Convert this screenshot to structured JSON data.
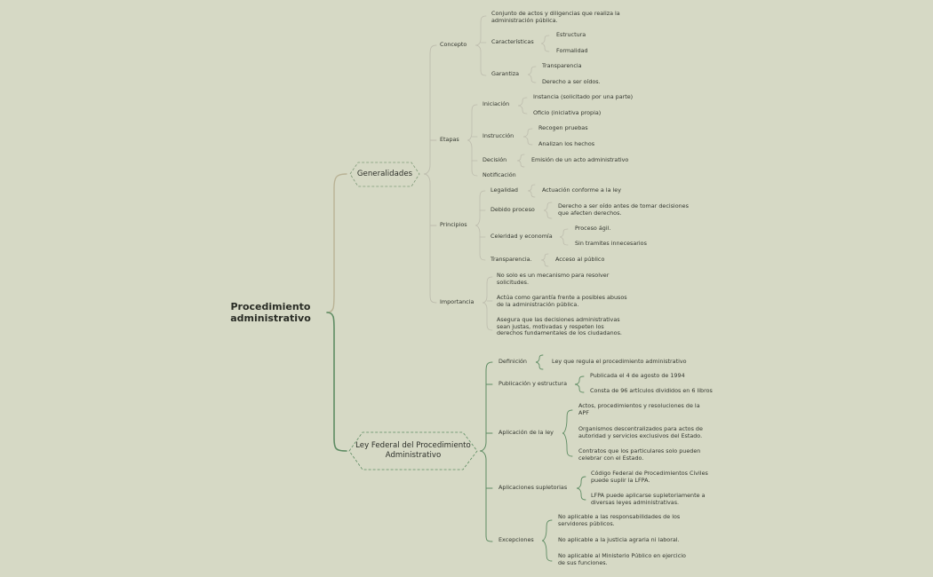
{
  "root": "Procedimiento administrativo",
  "generalidades": {
    "title": "Generalidades",
    "concepto": {
      "label": "Concepto",
      "definicion": "Conjunto de actos y diligencias que realiza la administración pública.",
      "caracteristicas": {
        "label": "Características",
        "items": [
          "Estructura",
          "Formalidad"
        ]
      },
      "garantiza": {
        "label": "Garantiza",
        "items": [
          "Transparencia",
          "Derecho a ser oídos."
        ]
      }
    },
    "etapas": {
      "label": "Etapas",
      "iniciacion": {
        "label": "Iniciación",
        "items": [
          "Instancia (solicitado por una parte)",
          "Oficio (iniciativa propia)"
        ]
      },
      "instruccion": {
        "label": "Instrucción",
        "items": [
          "Recogen pruebas",
          "Analizan los hechos"
        ]
      },
      "decision": {
        "label": "Decisión",
        "items": [
          "Emisión de un acto administrativo"
        ]
      },
      "notificacion": "Notificación"
    },
    "principios": {
      "label": "Principios",
      "legalidad": {
        "label": "Legalidad",
        "items": [
          "Actuación conforme a la ley"
        ]
      },
      "debido": {
        "label": "Debido proceso",
        "items": [
          "Derecho a ser oído antes de tomar decisiones que afecten derechos."
        ]
      },
      "celeridad": {
        "label": "Celeridad y economía",
        "items": [
          "Proceso ágil.",
          "Sin tramites innecesarios"
        ]
      },
      "transparencia": {
        "label": "Transparencia.",
        "items": [
          "Acceso al público"
        ]
      }
    },
    "importancia": {
      "label": "Importancia",
      "items": [
        "No solo es un mecanismo para resolver solicitudes.",
        "Actúa como garantía frente a posibles abusos de la administración pública.",
        "Asegura que las decisiones administrativas sean justas, motivadas y respeten los derechos fundamentales de los ciudadanos."
      ]
    }
  },
  "ley": {
    "title": "Ley Federal del Procedimiento Administrativo",
    "definicion": {
      "label": "Definición",
      "items": [
        "Ley que regula el procedimiento administrativo"
      ]
    },
    "publicacion": {
      "label": "Publicación y estructura",
      "items": [
        "Publicada el 4 de agosto de 1994",
        "Consta de 96 artículos divididos en 6 libros"
      ]
    },
    "aplicacion": {
      "label": "Aplicación de la ley",
      "items": [
        "Actos, procedimientos y resoluciones de la APF",
        "Organismos descentralizados para actos de autoridad y servicios exclusivos del Estado.",
        "Contratos que los particulares solo pueden celebrar con el Estado."
      ]
    },
    "supletorias": {
      "label": "Aplicaciones supletorias",
      "items": [
        "Código Federal de Procedimientos Civiles puede suplir la LFPA.",
        "LFPA puede aplicarse supletoriamente a diversas leyes administrativas."
      ]
    },
    "excepciones": {
      "label": "Excepciones",
      "items": [
        "No aplicable a las responsabilidades de los servidores públicos.",
        "No aplicable a la justicia agraria ni laboral.",
        "No aplicable al Ministerio Público en ejercicio de sus funciones."
      ]
    }
  },
  "colors": {
    "background": "#d6d9c5",
    "generalidades_branch": "#b9b295",
    "ley_branch": "#5e8c63",
    "connector": "#b9b8a8"
  }
}
